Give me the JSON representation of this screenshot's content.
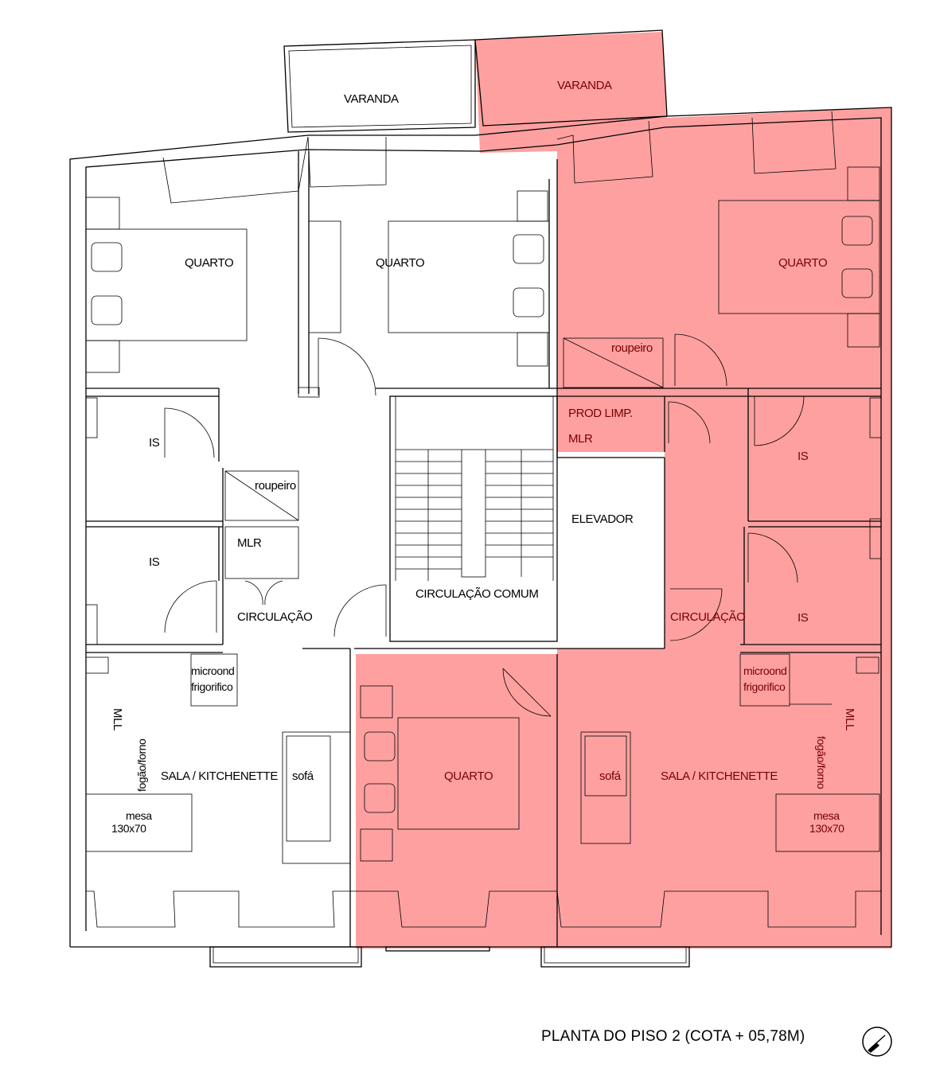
{
  "title": "PLANTA DO PISO 2 (COTA + 05,78M)",
  "colors": {
    "highlight": "#ff8080",
    "lines": "#000000"
  },
  "icons": {
    "north": "north-arrow-icon"
  },
  "rooms": {
    "varanda_left": "VARANDA",
    "varanda_right": "VARANDA",
    "quarto_1": "QUARTO",
    "quarto_2": "QUARTO",
    "quarto_3": "QUARTO",
    "quarto_4": "QUARTO",
    "roupeiro_1": "roupeiro",
    "roupeiro_2": "roupeiro",
    "prod_limp": "PROD LIMP.",
    "mlr_1": "MLR",
    "mlr_2": "MLR",
    "is_1": "IS",
    "is_2": "IS",
    "is_3": "IS",
    "is_4": "IS",
    "elevador": "ELEVADOR",
    "circ_comum": "CIRCULAÇÃO COMUM",
    "circ_left": "CIRCULAÇÃO",
    "circ_right": "CIRCULAÇÃO",
    "microond_1": "microond",
    "frigorifico_1": "frigorifico",
    "microond_2": "microond",
    "frigorifico_2": "frigorifico",
    "mll_1": "MLL",
    "mll_2": "MLL",
    "fogao_1": "fogão/forno",
    "fogao_2": "fogão/forno",
    "sala_1": "SALA / KITCHENETTE",
    "sala_2": "SALA / KITCHENETTE",
    "sofa_1": "sofá",
    "sofa_2": "sofá",
    "mesa_1": "mesa",
    "mesa_size_1": "130x70",
    "mesa_2": "mesa",
    "mesa_size_2": "130x70"
  }
}
